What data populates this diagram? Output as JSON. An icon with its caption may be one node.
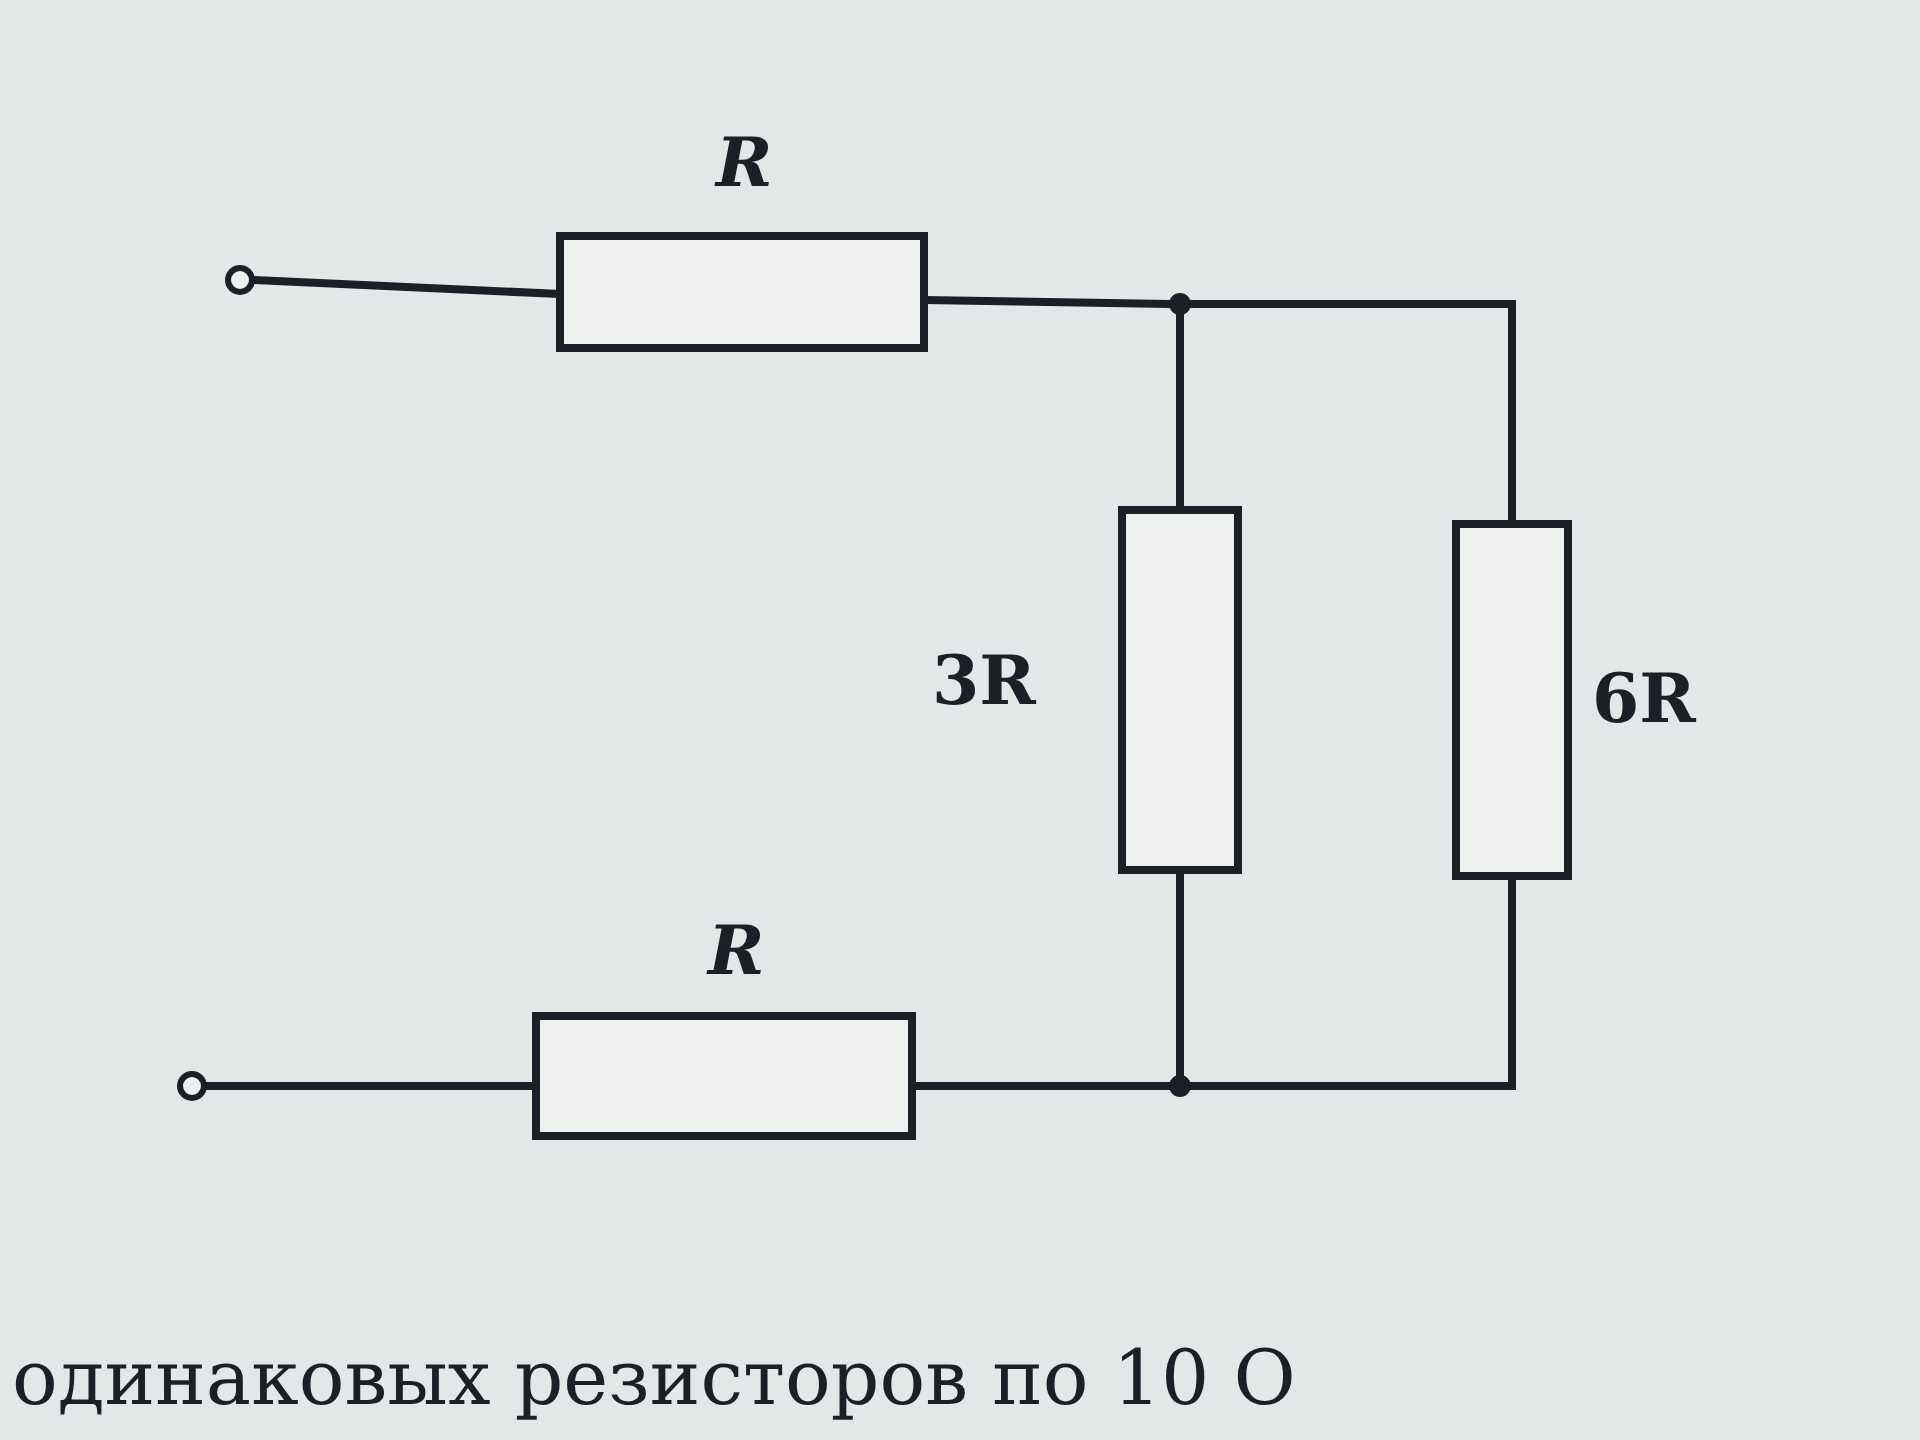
{
  "diagram": {
    "nodes": [
      {
        "text": [],
        "shape": "circle"
      },
      {
        "text": [
          "R"
        ]
      },
      {
        "text": [],
        "shape": "circle"
      },
      {
        "text": [
          "3R"
        ]
      },
      {
        "text": [
          "6R"
        ]
      },
      {
        "text": [],
        "shape": "circle"
      },
      {
        "text": [
          "R"
        ]
      },
      {
        "text": [],
        "shape": "circle"
      }
    ],
    "edges": [
      {
        "from": 0,
        "to": 1,
        "arrow": "none"
      },
      {
        "from": 1,
        "to": 2,
        "arrow": "none"
      },
      {
        "from": 2,
        "to": 3,
        "arrow": "none"
      },
      {
        "from": 2,
        "to": 4,
        "arrow": "none"
      },
      {
        "from": 3,
        "to": 7,
        "arrow": "none"
      },
      {
        "from": 4,
        "to": 7,
        "arrow": "none"
      },
      {
        "from": 5,
        "to": 6,
        "arrow": "none"
      },
      {
        "from": 6,
        "to": 7,
        "arrow": "none"
      }
    ],
    "labels": [
      "одинаковых резисторов по 10 О"
    ]
  }
}
